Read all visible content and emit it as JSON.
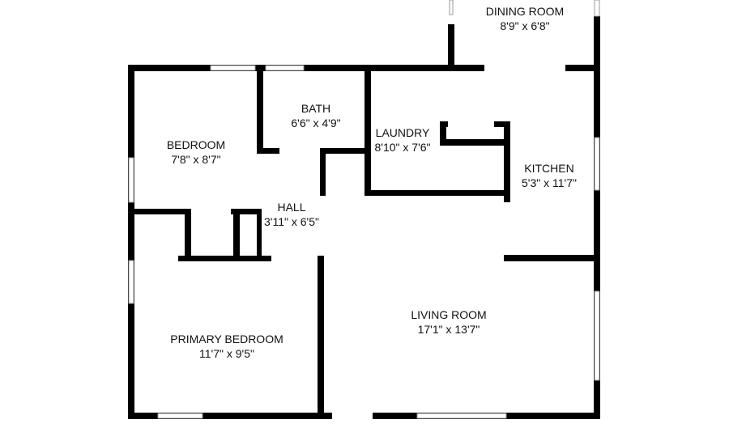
{
  "rooms": [
    {
      "name": "DINING ROOM",
      "dims": "8'9\" x 6'8\""
    },
    {
      "name": "BATH",
      "dims": "6'6\" x 4'9\""
    },
    {
      "name": "BEDROOM",
      "dims": "7'8\" x 8'7\""
    },
    {
      "name": "LAUNDRY",
      "dims": "8'10\" x 7'6\""
    },
    {
      "name": "KITCHEN",
      "dims": "5'3\" x 11'7\""
    },
    {
      "name": "HALL",
      "dims": "3'11\" x 6'5\""
    },
    {
      "name": "LIVING ROOM",
      "dims": "17'1\" x 13'7\""
    },
    {
      "name": "PRIMARY BEDROOM",
      "dims": "11'7\" x 9'5\""
    }
  ]
}
